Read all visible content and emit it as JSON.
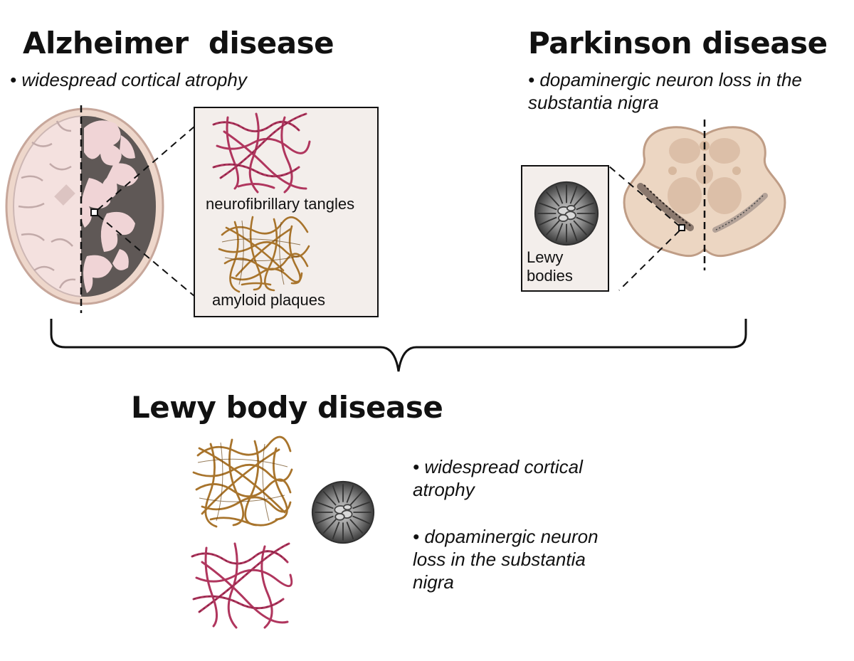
{
  "alzheimer": {
    "title": "Alzheimer  disease",
    "bullet": "widespread cortical atrophy",
    "inset_labels": {
      "tangles": "neurofibrillary tangles",
      "plaques": "amyloid plaques"
    }
  },
  "parkinson": {
    "title": "Parkinson disease",
    "bullet": "dopaminergic neuron loss in the substantia nigra",
    "inset_label": "Lewy bodies"
  },
  "lewy": {
    "title": "Lewy body disease",
    "bullets": [
      "widespread cortical atrophy",
      "dopaminergic neuron loss in the substantia nigra"
    ]
  },
  "colors": {
    "tangle": "#b0365e",
    "plaque": "#a8742c",
    "brain_pink": "#f1d9d7",
    "brain_dark": "#5d5654",
    "midbrain": "#ecd6c2",
    "inset_bg": "#f3eeeb"
  }
}
